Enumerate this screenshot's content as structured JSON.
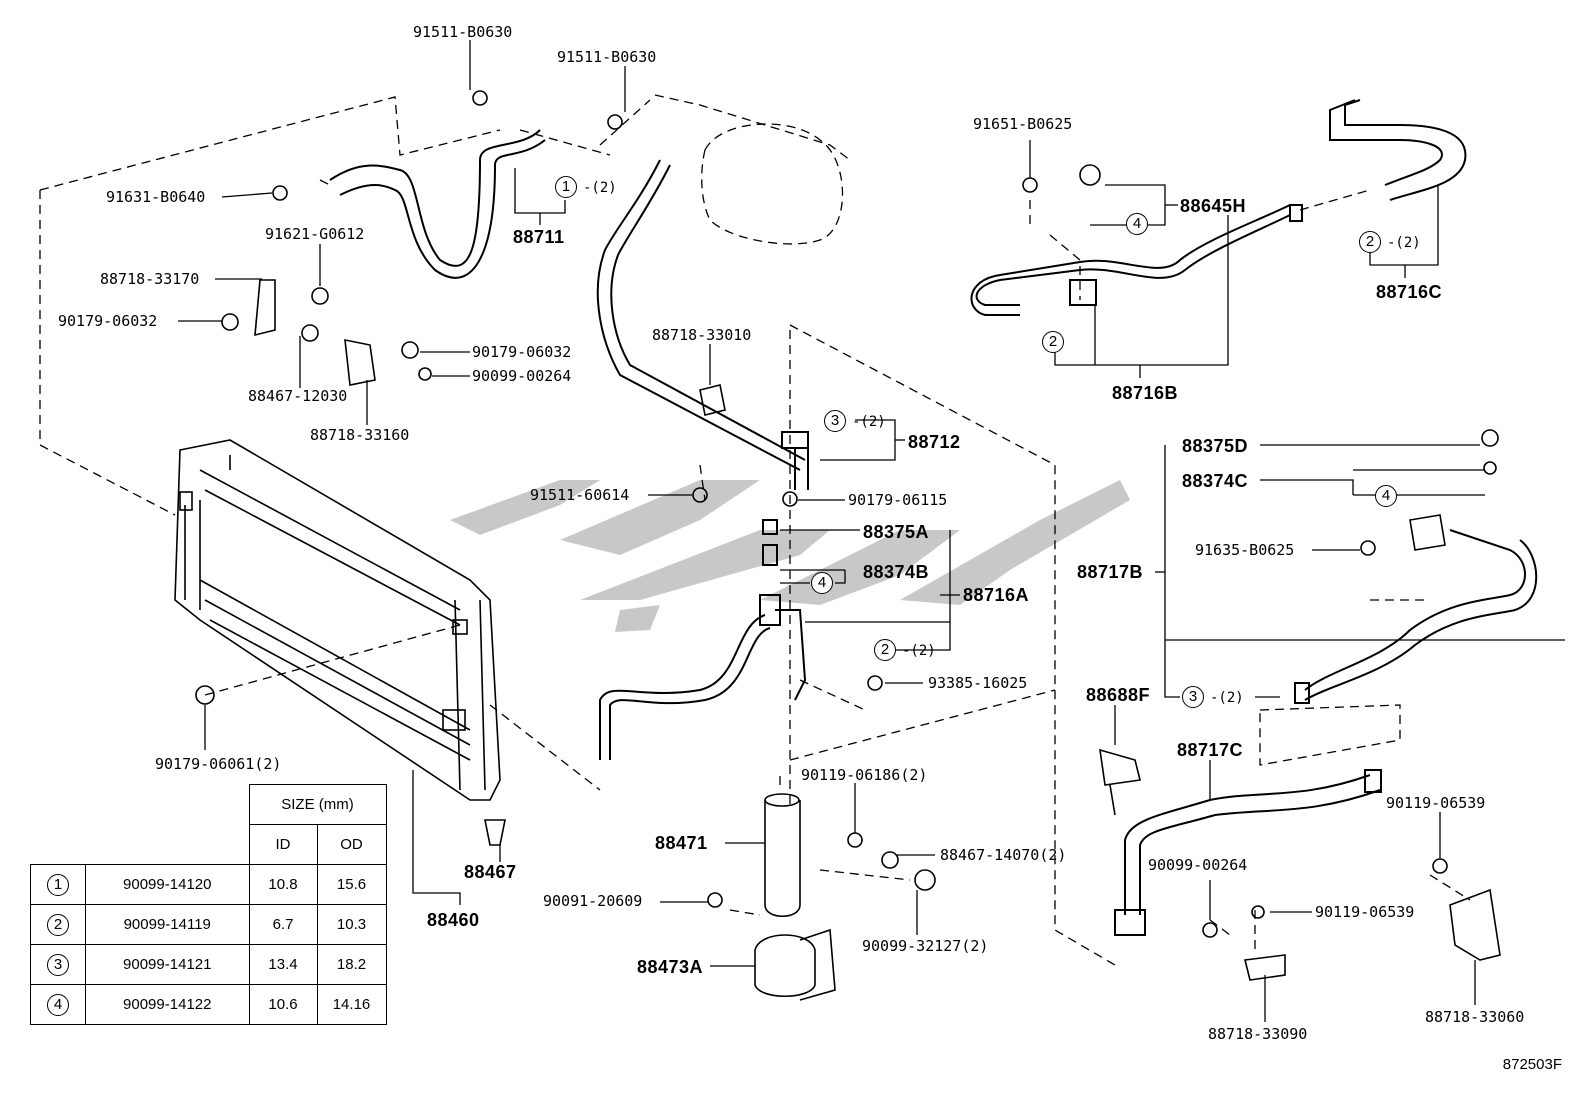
{
  "labels": {
    "p91511_b0630_a": "91511-B0630",
    "p91511_b0630_b": "91511-B0630",
    "p91631_b0640": "91631-B0640",
    "p91621_g0612": "91621-G0612",
    "p88718_33170": "88718-33170",
    "p90179_06032_a": "90179-06032",
    "p90179_06032_b": "90179-06032",
    "p90099_00264_a": "90099-00264",
    "p88467_12030": "88467-12030",
    "p88718_33160": "88718-33160",
    "p88711": "88711",
    "p88718_33010": "88718-33010",
    "p88712": "88712",
    "p91511_60614": "91511-60614",
    "p90179_06115": "90179-06115",
    "p88375a": "88375A",
    "p88374b": "88374B",
    "p88716a": "88716A",
    "p93385_16025": "93385-16025",
    "p90179_06061": "90179-06061(2)",
    "p88467": "88467",
    "p88460": "88460",
    "p90119_06186": "90119-06186(2)",
    "p88471": "88471",
    "p88467_14070": "88467-14070(2)",
    "p90091_20609": "90091-20609",
    "p90099_32127": "90099-32127(2)",
    "p88473a": "88473A",
    "p91651_b0625": "91651-B0625",
    "p88645h": "88645H",
    "p88716b": "88716B",
    "p88716c": "88716C",
    "p88375d": "88375D",
    "p88374c": "88374C",
    "p91635_b0625": "91635-B0625",
    "p88717b": "88717B",
    "p88688f": "88688F",
    "p88717c": "88717C",
    "p90119_06539_a": "90119-06539",
    "p90119_06539_b": "90119-06539",
    "p90099_00264_b": "90099-00264",
    "p88718_33090": "88718-33090",
    "p88718_33060": "88718-33060"
  },
  "callouts": {
    "c1": "1",
    "c2a": "2",
    "c2b": "2",
    "c2c": "2",
    "c3a": "3",
    "c3b": "3",
    "c4a": "4",
    "c4b": "4",
    "c4c": "4"
  },
  "qty": {
    "q1": "-(2)",
    "q2a": "-(2)",
    "q2b": "-(2)",
    "q3a": "-(2)",
    "q3b": "-(2)"
  },
  "spec_table": {
    "size_header": "SIZE (mm)",
    "id_header": "ID",
    "od_header": "OD",
    "rows": [
      {
        "no": "1",
        "part": "90099-14120",
        "id": "10.8",
        "od": "15.6"
      },
      {
        "no": "2",
        "part": "90099-14119",
        "id": "6.7",
        "od": "10.3"
      },
      {
        "no": "3",
        "part": "90099-14121",
        "id": "13.4",
        "od": "18.2"
      },
      {
        "no": "4",
        "part": "90099-14122",
        "id": "10.6",
        "od": "14.16"
      }
    ]
  },
  "diagram_code": "872503F",
  "colors": {
    "line": "#000000",
    "watermark": "#c8c8c8"
  }
}
